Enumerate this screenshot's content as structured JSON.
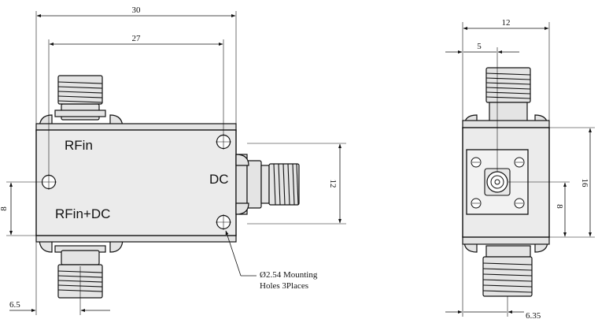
{
  "drawing": {
    "dimensions": {
      "overall_length": "30",
      "hole_spacing": "27",
      "dc_connector_height": "12",
      "left_hole_offset": "8",
      "bottom_offset": "6.5",
      "side_width": "12",
      "side_center_offset": "5",
      "side_height": "16",
      "side_connector_offset": "8",
      "side_bottom_offset": "6.35"
    },
    "port_labels": {
      "rf_in": "RFin",
      "dc": "DC",
      "rf_in_dc": "RFin+DC"
    },
    "note": {
      "line1": "Ø2.54 Mounting",
      "line2": "Holes 3Places"
    }
  }
}
